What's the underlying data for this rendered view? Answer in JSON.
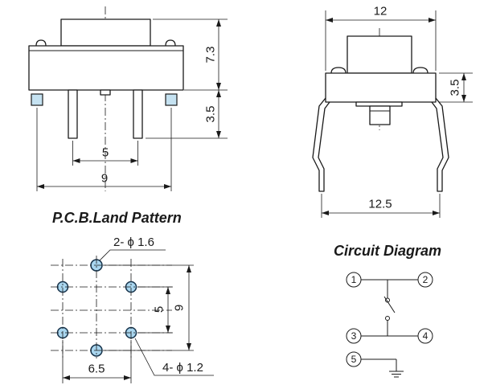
{
  "front_view": {
    "dim_height": "7.3",
    "dim_pin_length": "3.5",
    "dim_pin_pitch": "5",
    "dim_width": "9"
  },
  "side_view": {
    "dim_width": "12",
    "dim_body_height": "3.5",
    "dim_lead_span": "12.5"
  },
  "pcb_land_pattern": {
    "title": "P.C.B.Land Pattern",
    "callout_large_holes": "2- ϕ 1.6",
    "callout_small_holes": "4- ϕ 1.2",
    "dim_row_pitch": "5",
    "dim_total_height": "9",
    "dim_column_pitch": "6.5"
  },
  "circuit_diagram": {
    "title": "Circuit Diagram",
    "terminals": [
      "1",
      "2",
      "3",
      "4",
      "5"
    ]
  },
  "colors": {
    "ink": "#1a1a1a",
    "hole_fill": "#a9d6ef",
    "hole_edge": "#16324a",
    "pad_fill": "#c5e2f1",
    "background": "#ffffff"
  }
}
